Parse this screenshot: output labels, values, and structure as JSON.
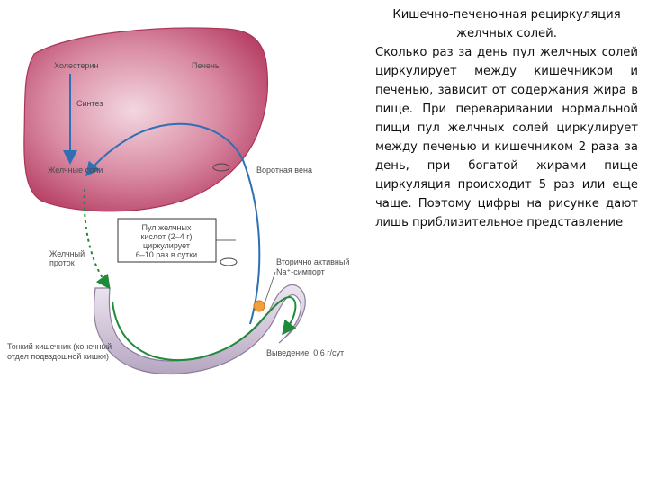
{
  "diagram": {
    "labels": {
      "cholesterol": "Холестерин",
      "liver": "Печень",
      "synthesis": "Синтез",
      "bile_salts": "Желчные соли",
      "portal_vein": "Воротная вена",
      "pool_line1": "Пул желчных",
      "pool_line2": "кислот (2–4 г)",
      "pool_line3": "циркулирует",
      "pool_line4": "6–10 раз в сутки",
      "bile_duct_line1": "Желчный",
      "bile_duct_line2": "проток",
      "symport_line1": "Вторично активный",
      "symport_line2": "Na⁺-симпорт",
      "ileum_line1": "Тонкий кишечник (конечный",
      "ileum_line2": "отдел подвздошной кишки)",
      "excretion": "Выведение, 0,6 г/сут"
    },
    "colors": {
      "liver": "#c2476a",
      "intestine": "#cfc4d6",
      "blue_flow": "#2f6fb3",
      "green_flow": "#1f8a3a",
      "symport_dot": "#f0a040"
    }
  },
  "text": {
    "title_line1": "Кишечно-печеночная рециркуляция",
    "title_line2": "желчных солей.",
    "body": "Сколько раз за день пул желчных солей циркулирует между кишечником и печенью, зависит от содержания жира в пище. При переваривании нормальной пищи пул желчных солей циркулирует между печенью и кишечником 2 раза за день, при богатой жирами пище циркуляция происходит 5 раз или еще чаще. Поэтому цифры на рисунке дают лишь приблизительное представление"
  }
}
